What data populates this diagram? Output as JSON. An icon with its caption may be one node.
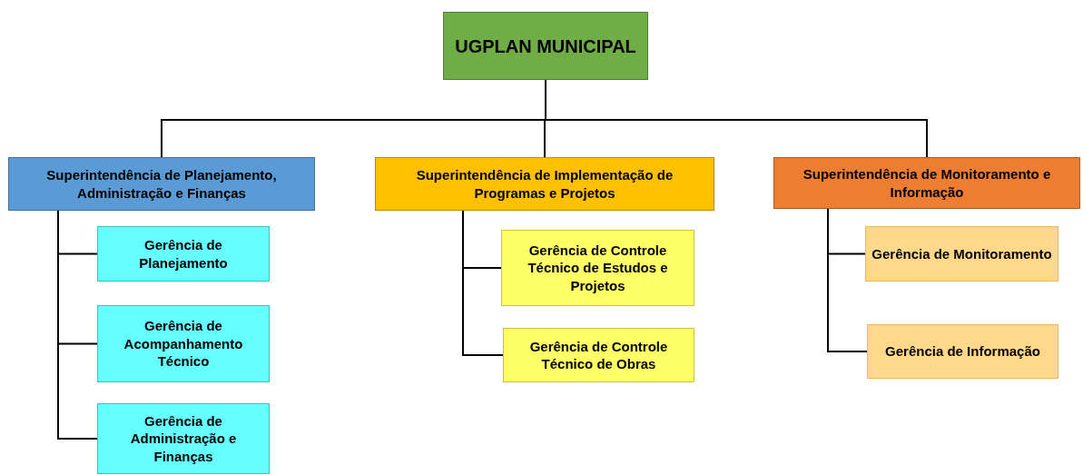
{
  "diagram": {
    "nodes": [
      {
        "text": [
          "UGPLAN MUNICIPAL"
        ]
      },
      {
        "text": [
          "Superintendência de Planejamento, Administração e Finanças"
        ]
      },
      {
        "text": [
          "Superintendência de Implementação de Programas e Projetos"
        ]
      },
      {
        "text": [
          "Superintendência de Monitoramento e Informação"
        ]
      },
      {
        "text": [
          "Gerência de Planejamento"
        ]
      },
      {
        "text": [
          "Gerência de Acompanhamento Técnico"
        ]
      },
      {
        "text": [
          "Gerência de Administração e Finanças"
        ]
      },
      {
        "text": [
          "Gerência de Controle Técnico de Estudos e Projetos"
        ]
      },
      {
        "text": [
          "Gerência de Controle Técnico de Obras"
        ]
      },
      {
        "text": [
          "Gerência de Monitoramento"
        ]
      },
      {
        "text": [
          "Gerência de Informação"
        ]
      }
    ],
    "edges": [
      {
        "from": 0,
        "to": 1,
        "arrow": "none"
      },
      {
        "from": 0,
        "to": 2,
        "arrow": "none"
      },
      {
        "from": 0,
        "to": 3,
        "arrow": "none"
      },
      {
        "from": 1,
        "to": 4,
        "arrow": "none"
      },
      {
        "from": 1,
        "to": 5,
        "arrow": "none"
      },
      {
        "from": 1,
        "to": 6,
        "arrow": "none"
      },
      {
        "from": 2,
        "to": 7,
        "arrow": "none"
      },
      {
        "from": 2,
        "to": 8,
        "arrow": "none"
      },
      {
        "from": 3,
        "to": 9,
        "arrow": "none"
      },
      {
        "from": 3,
        "to": 10,
        "arrow": "none"
      }
    ]
  }
}
